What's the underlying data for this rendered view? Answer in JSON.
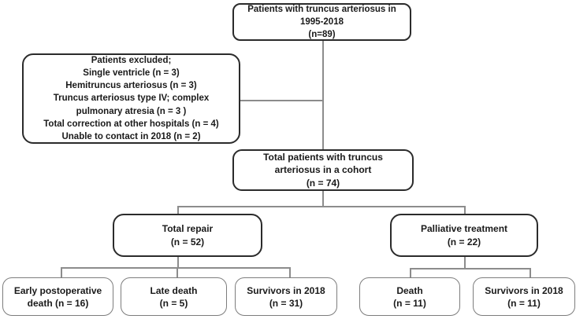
{
  "colors": {
    "background": "#ffffff",
    "box_border": "#2b2b2b",
    "bottom_box_border": "#7d7d7d",
    "connector_line": "#8c8c8c",
    "text": "#1a1a1a"
  },
  "flowchart": {
    "top": {
      "lines": [
        "Patients with truncus arteriosus in",
        "1995-2018",
        "(n=89)"
      ]
    },
    "excluded": {
      "lines": [
        "Patients excluded;",
        "Single ventricle (n = 3)",
        "Hemitruncus arteriosus (n = 3)",
        "Truncus arteriosus type IV; complex",
        "pulmonary atresia (n = 3 )",
        "Total correction at other hospitals (n = 4)",
        "Unable to contact in 2018 (n = 2)"
      ]
    },
    "cohort": {
      "lines": [
        "Total patients with truncus",
        "arteriosus in a cohort",
        "(n = 74)"
      ]
    },
    "total_repair": {
      "lines": [
        "Total repair",
        "(n = 52)"
      ]
    },
    "palliative": {
      "lines": [
        "Palliative treatment",
        "(n = 22)"
      ]
    },
    "early_death": {
      "lines": [
        "Early postoperative",
        "death (n = 16)"
      ]
    },
    "late_death": {
      "lines": [
        "Late death",
        "(n = 5)"
      ]
    },
    "survivors_repair": {
      "lines": [
        "Survivors in 2018",
        "(n = 31)"
      ]
    },
    "death_palliative": {
      "lines": [
        "Death",
        "(n = 11)"
      ]
    },
    "survivors_palliative": {
      "lines": [
        "Survivors in 2018",
        "(n = 11)"
      ]
    }
  }
}
